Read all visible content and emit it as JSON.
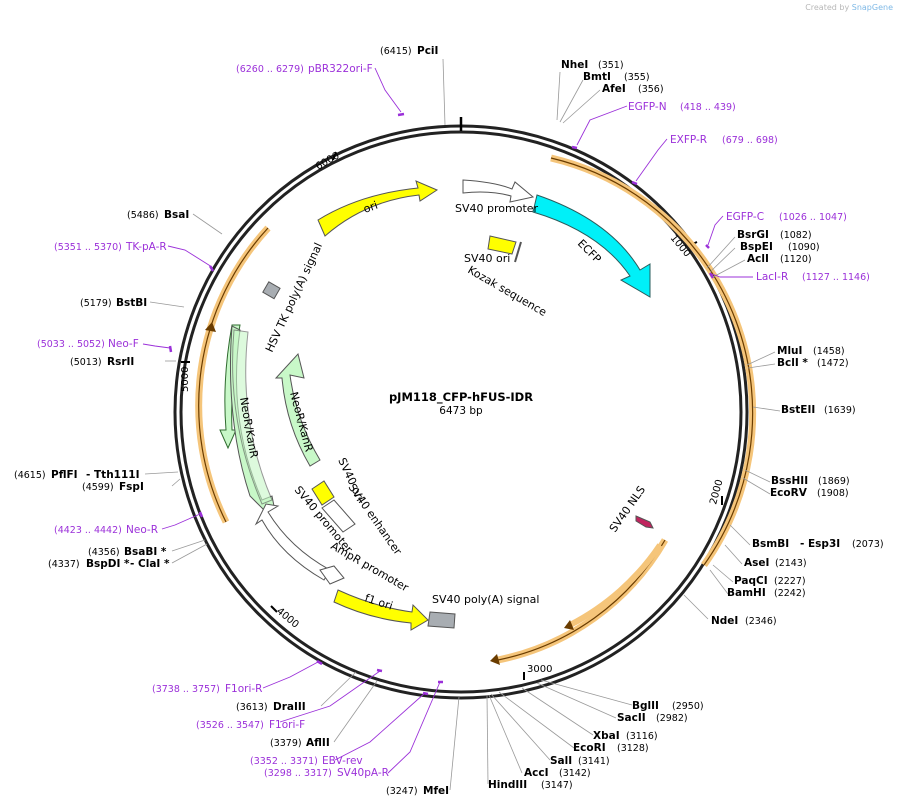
{
  "credit": {
    "created_by": "Created by",
    "brand": "SnapGene"
  },
  "plasmid": {
    "name": "pJM118_CFP-hFUS-IDR",
    "length": "6473 bp"
  },
  "features": {
    "sv40_promoter_top": "SV40 promoter",
    "ecfp": "ECFP",
    "sv40_ori_top": "SV40 ori",
    "kozak": "Kozak sequence",
    "ori": "ori",
    "hsv_tk": "HSV TK poly(A) signal",
    "neo_outer": "NeoR/KanR",
    "neo_inner": "NeoR/KanR",
    "sv40_ori_inner": "SV40 ori",
    "sv40_enhancer": "SV40 enhancer",
    "sv40_promoter_inner": "SV40 promoter",
    "ampr_promoter": "AmpR promoter",
    "f1_ori": "f1 ori",
    "sv40_polya": "SV40 poly(A) signal",
    "sv40_nls": "SV40 NLS"
  },
  "ticks": {
    "t1000": "1000",
    "t2000": "2000",
    "t3000": "3000",
    "t4000": "4000",
    "t5000": "5000",
    "t6000": "6000"
  },
  "sites": {
    "pcii": {
      "name": "PciI",
      "pos": "(6415)"
    },
    "nhei": {
      "name": "NheI",
      "pos": "(351)"
    },
    "bmti": {
      "name": "BmtI",
      "pos": "(355)"
    },
    "afei": {
      "name": "AfeI",
      "pos": "(356)"
    },
    "bsrgi": {
      "name": "BsrGI",
      "pos": "(1082)"
    },
    "bspei": {
      "name": "BspEI",
      "pos": "(1090)"
    },
    "acli": {
      "name": "AclI",
      "pos": "(1120)"
    },
    "mlui": {
      "name": "MluI",
      "pos": "(1458)"
    },
    "bcli": {
      "name": "BclI *",
      "pos": "(1472)"
    },
    "bsteii": {
      "name": "BstEII",
      "pos": "(1639)"
    },
    "besshii": {
      "name": "BssHII",
      "pos": "(1869)"
    },
    "ecorv": {
      "name": "EcoRV",
      "pos": "(1908)"
    },
    "bsmbi": {
      "name": "BsmBI",
      "name2": "- Esp3I",
      "pos": "(2073)"
    },
    "asei": {
      "name": "AseI",
      "pos": "(2143)"
    },
    "paqci": {
      "name": "PaqCI",
      "pos": "(2227)"
    },
    "bamhi": {
      "name": "BamHI",
      "pos": "(2242)"
    },
    "ndei": {
      "name": "NdeI",
      "pos": "(2346)"
    },
    "bglii": {
      "name": "BglII",
      "pos": "(2950)"
    },
    "sacii": {
      "name": "SacII",
      "pos": "(2982)"
    },
    "xbai": {
      "name": "XbaI",
      "pos": "(3116)"
    },
    "ecori": {
      "name": "EcoRI",
      "pos": "(3128)"
    },
    "sali": {
      "name": "SalI",
      "pos": "(3141)"
    },
    "acci": {
      "name": "AccI",
      "pos": "(3142)"
    },
    "hindiii": {
      "name": "HindIII",
      "pos": "(3147)"
    },
    "mfei": {
      "name": "MfeI",
      "pos": "(3247)"
    },
    "aflii": {
      "name": "AflII",
      "pos": "(3379)"
    },
    "draiii": {
      "name": "DraIII",
      "pos": "(3613)"
    },
    "bsabi": {
      "name": "BsaBI *",
      "pos": "(4356)"
    },
    "bspdi": {
      "name": "BspDI *",
      "name2": "- ClaI *",
      "pos": "(4337)"
    },
    "fspi": {
      "name": "FspI",
      "pos": "(4599)"
    },
    "pflfi": {
      "name": "PflFI",
      "name2": "- Tth111I",
      "pos": "(4615)"
    },
    "rsrii": {
      "name": "RsrII",
      "pos": "(5013)"
    },
    "bstbi": {
      "name": "BstBI",
      "pos": "(5179)"
    },
    "bsai": {
      "name": "BsaI",
      "pos": "(5486)"
    }
  },
  "primers": {
    "pbr322": {
      "name": "pBR322ori-F",
      "pos": "(6260 .. 6279)"
    },
    "egfpn": {
      "name": "EGFP-N",
      "pos": "(418 .. 439)"
    },
    "exfpr": {
      "name": "EXFP-R",
      "pos": "(679 .. 698)"
    },
    "egfpc": {
      "name": "EGFP-C",
      "pos": "(1026 .. 1047)"
    },
    "lacir": {
      "name": "LacI-R",
      "pos": "(1127 .. 1146)"
    },
    "tkpar": {
      "name": "TK-pA-R",
      "pos": "(5351 .. 5370)"
    },
    "neof": {
      "name": "Neo-F",
      "pos": "(5033 .. 5052)"
    },
    "neor": {
      "name": "Neo-R",
      "pos": "(4423 .. 4442)"
    },
    "f1orir": {
      "name": "F1ori-R",
      "pos": "(3738 .. 3757)"
    },
    "f1orif": {
      "name": "F1ori-F",
      "pos": "(3526 .. 3547)"
    },
    "ebvrev": {
      "name": "EBV-rev",
      "pos": "(3352 .. 3371)"
    },
    "sv40par": {
      "name": "SV40pA-R",
      "pos": "(3298 .. 3317)"
    }
  },
  "colors": {
    "ecfp": "#00f0f8",
    "yellow": "#ffff00",
    "green": "#c8f8c8",
    "orange": "#f5c57a",
    "primer": "#9b30d9",
    "grey": "#a8adb2"
  }
}
